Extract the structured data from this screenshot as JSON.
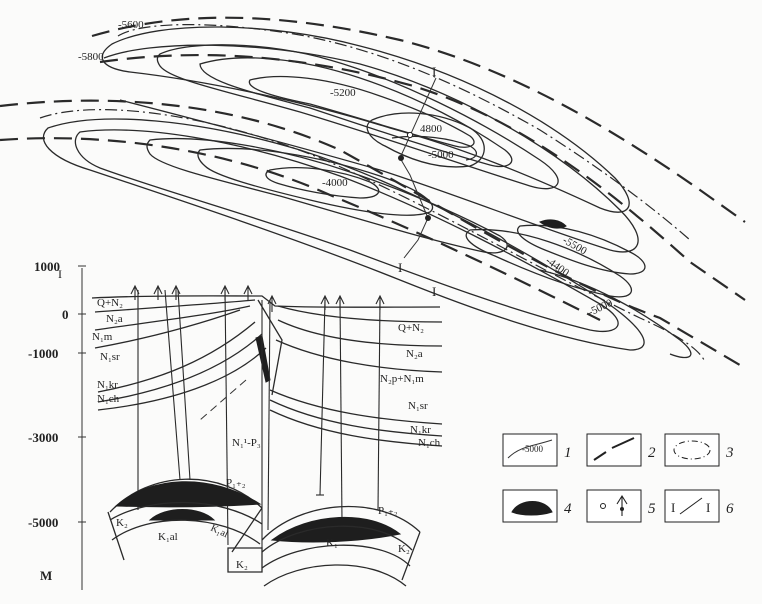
{
  "map": {
    "contour_labels": [
      "-5600",
      "-5800",
      "-5200",
      "4800",
      "-5000",
      "-4000",
      "-5500",
      "-4400",
      "-5000"
    ],
    "section_line_label_top": "I",
    "section_line_label_bottom": "I"
  },
  "section": {
    "axis_top_mark": "I",
    "axis_ticks": [
      "1000",
      "0",
      "-1000",
      "-3000",
      "-5000"
    ],
    "axis_unit": "M",
    "section_end_label": "I",
    "left_layers": [
      "Q+N₂",
      "N₂a",
      "N₁m",
      "N₁sr",
      "N₁kr",
      "N₁ch"
    ],
    "right_layers": [
      "Q+N₂",
      "N₂a",
      "N₂p+N₁m",
      "N₁sr",
      "N₁kr",
      "N₁ch"
    ],
    "center_label": "N₁¹-P₃",
    "left_structure": {
      "top_label": "P₁₊₂",
      "flank_label": "K₂",
      "flank_label_2": "K₁al",
      "core_label": "K₁al"
    },
    "right_structure": {
      "top_label": "P₁₊₂",
      "core_label": "K₁",
      "flank_label": "K₂"
    },
    "mid_label": "K₂"
  },
  "legend": {
    "items": [
      {
        "sample": "-5000",
        "number": "1"
      },
      {
        "number": "2"
      },
      {
        "number": "3"
      },
      {
        "number": "4"
      },
      {
        "number": "5"
      },
      {
        "number": "6",
        "sample": "I",
        "sample_2": "I"
      }
    ]
  }
}
